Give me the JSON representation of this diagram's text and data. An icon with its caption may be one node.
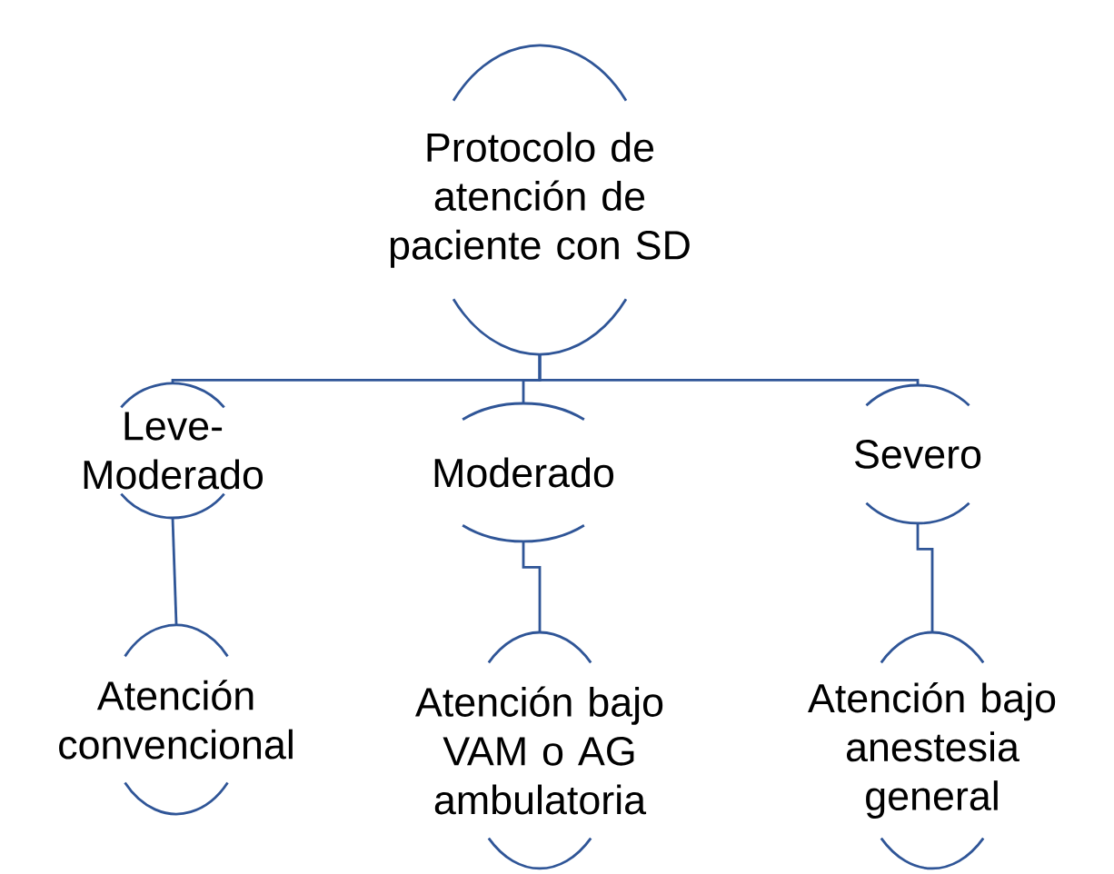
{
  "diagram": {
    "nodes": [
      {
        "text": [
          "Protocolo de atención de paciente con SD"
        ]
      },
      {
        "text": [
          "Leve-Moderado"
        ]
      },
      {
        "text": [
          "Moderado"
        ]
      },
      {
        "text": [
          "Severo"
        ]
      },
      {
        "text": [
          "Atención convencional"
        ]
      },
      {
        "text": [
          "Atención bajo VAM o AG ambulatoria"
        ]
      },
      {
        "text": [
          "Atención bajo anestesia general"
        ]
      }
    ],
    "edges": [
      {
        "from": 0,
        "to": 1,
        "arrow": "none"
      },
      {
        "from": 0,
        "to": 2,
        "arrow": "none"
      },
      {
        "from": 0,
        "to": 3,
        "arrow": "none"
      },
      {
        "from": 1,
        "to": 4,
        "arrow": "none"
      },
      {
        "from": 2,
        "to": 5,
        "arrow": "none"
      },
      {
        "from": 3,
        "to": 6,
        "arrow": "none"
      }
    ]
  }
}
